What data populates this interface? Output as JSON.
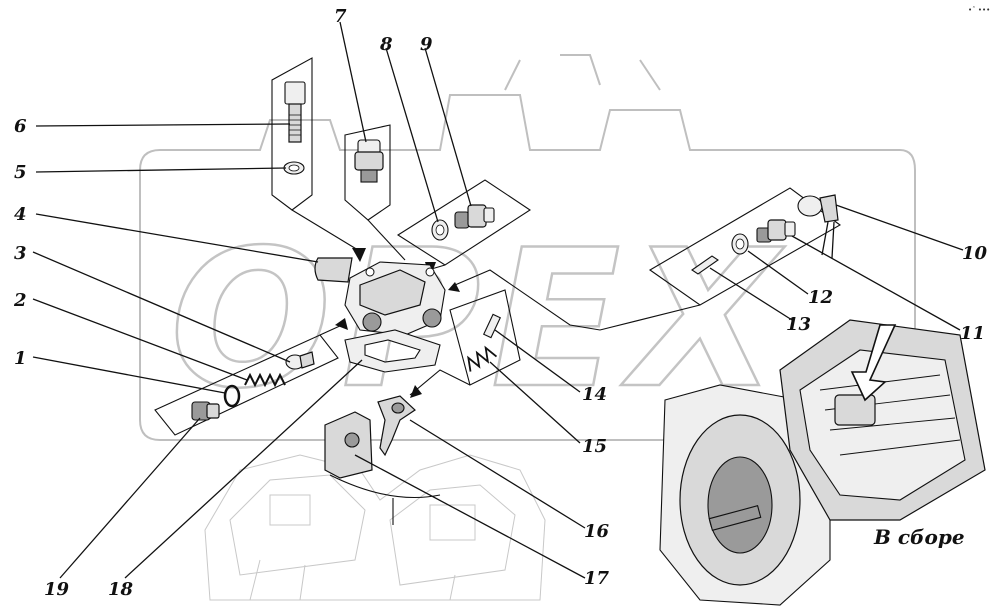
{
  "watermark": {
    "text": "OPEX"
  },
  "corner_mark": "•ˆ •••",
  "caption": "В сборе",
  "callouts": {
    "c1": "1",
    "c2": "2",
    "c3": "3",
    "c4": "4",
    "c5": "5",
    "c6": "6",
    "c7": "7",
    "c8": "8",
    "c9": "9",
    "c10": "10",
    "c11": "11",
    "c12": "12",
    "c13": "13",
    "c14": "14",
    "c15": "15",
    "c16": "16",
    "c17": "17",
    "c18": "18",
    "c19": "19"
  }
}
